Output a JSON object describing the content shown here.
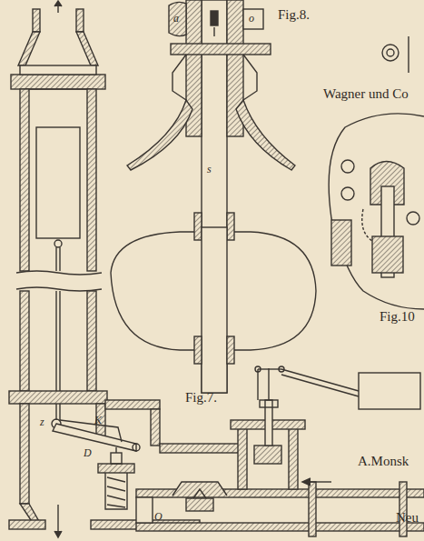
{
  "diagram": {
    "labels": [
      "Fig.8.",
      "Wagner und Co",
      "Fig.10",
      "Fig.7.",
      "A.Monsk",
      "Neu",
      "a",
      "o",
      "s",
      "z",
      "K",
      "D",
      "O"
    ]
  }
}
